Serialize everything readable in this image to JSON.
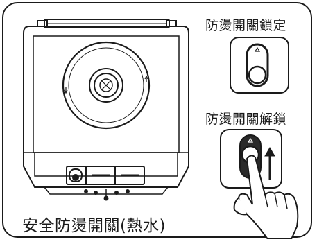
{
  "labels": {
    "lock_title": "防燙開關鎖定",
    "unlock_title": "防燙開關解鎖",
    "caption": "安全防燙開關(熱水)"
  },
  "icons": [
    "appliance-top-view",
    "lock-switch-icon",
    "unlock-switch-icon",
    "hand-press-icon",
    "up-arrow-icon"
  ],
  "colors": {
    "line": "#1a1a1a",
    "fill_dark": "#2a2a2a",
    "background": "#ffffff"
  }
}
